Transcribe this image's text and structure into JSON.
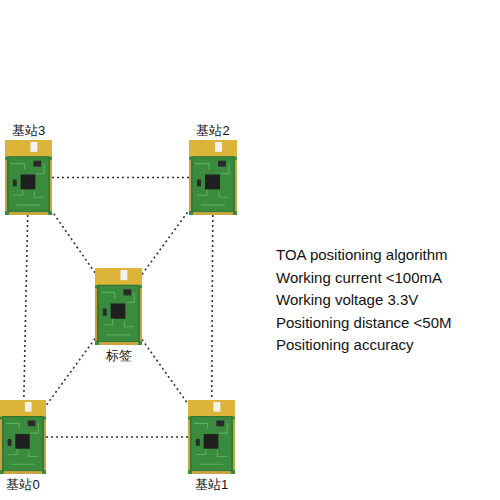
{
  "diagram": {
    "nodes": [
      {
        "text": [
          "基站3"
        ]
      },
      {
        "text": [
          "基站2"
        ]
      },
      {
        "text": [
          "标签"
        ]
      },
      {
        "text": [
          "基站0"
        ]
      },
      {
        "text": [
          "基站1"
        ]
      }
    ],
    "edges": [
      {
        "from": 0,
        "to": 1,
        "arrow": "none"
      },
      {
        "from": 0,
        "to": 3,
        "arrow": "none"
      },
      {
        "from": 1,
        "to": 4,
        "arrow": "none"
      },
      {
        "from": 3,
        "to": 4,
        "arrow": "none"
      },
      {
        "from": 2,
        "to": 0,
        "arrow": "none"
      },
      {
        "from": 2,
        "to": 1,
        "arrow": "none"
      },
      {
        "from": 2,
        "to": 3,
        "arrow": "none"
      },
      {
        "from": 2,
        "to": 4,
        "arrow": "none"
      }
    ],
    "labels": [
      "TOA positioning algorithm",
      "Working current <100mA",
      "Working voltage 3.3V",
      "Positioning distance <50M",
      "Positioning accuracy"
    ]
  }
}
